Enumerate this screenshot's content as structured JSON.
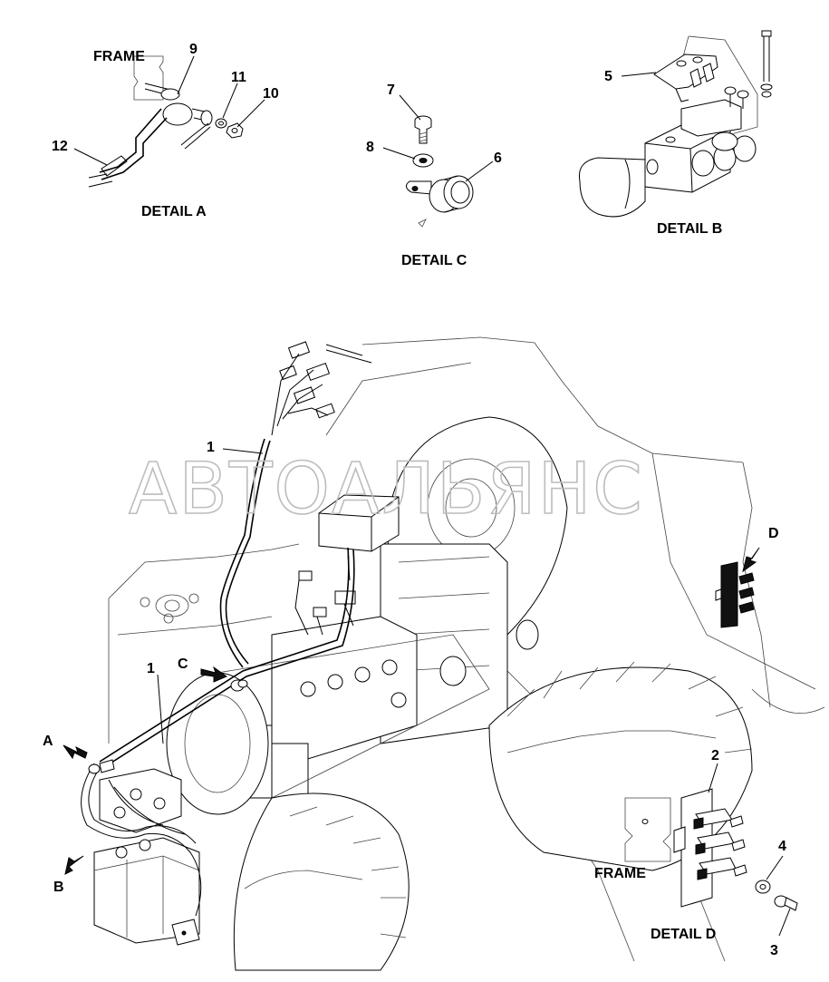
{
  "details": {
    "a": {
      "caption": "DETAIL A",
      "frame_label": "FRAME",
      "callouts": [
        "9",
        "11",
        "10",
        "12"
      ]
    },
    "b": {
      "caption": "DETAIL B",
      "callouts": [
        "5"
      ]
    },
    "c": {
      "caption": "DETAIL C",
      "callouts": [
        "7",
        "8",
        "6"
      ]
    },
    "d": {
      "caption": "DETAIL D",
      "frame_label": "FRAME",
      "callouts": [
        "2",
        "4",
        "3"
      ]
    }
  },
  "main_view": {
    "callouts": [
      "1",
      "1"
    ],
    "view_markers": [
      "A",
      "B",
      "C",
      "D"
    ]
  },
  "watermark": "АВТОАЛЬЯНС"
}
